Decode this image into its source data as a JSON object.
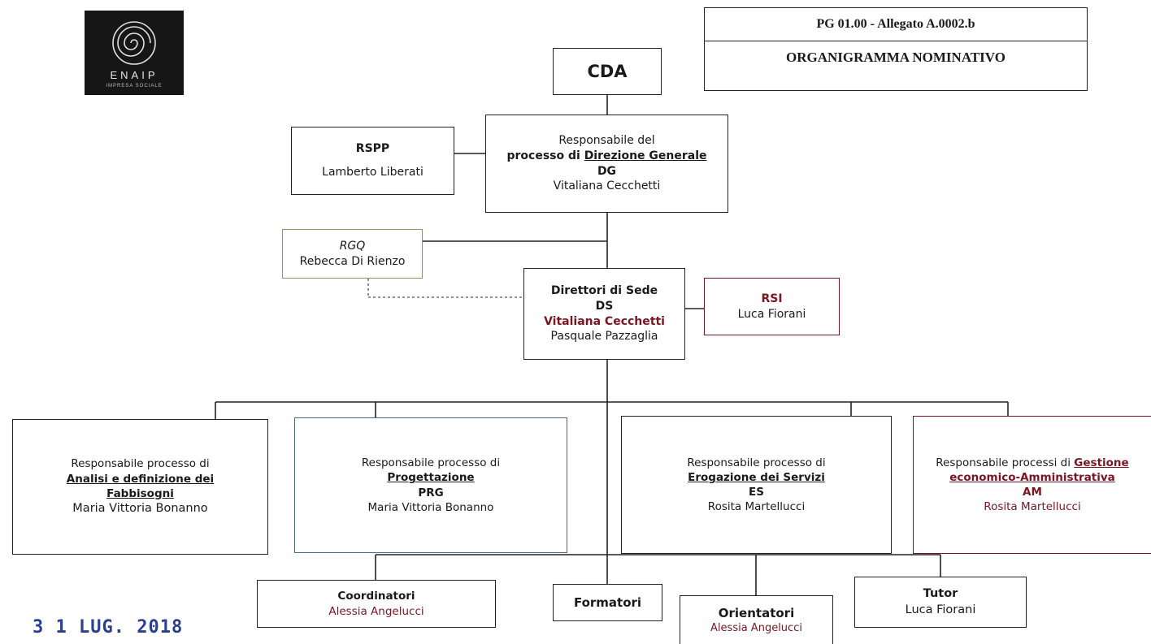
{
  "logo": {
    "brand": "ENAIP",
    "tagline": "IMPRESA SOCIALE"
  },
  "header": {
    "code": "PG 01.00 - Allegato A.0002.b",
    "title": "ORGANIGRAMMA NOMINATIVO"
  },
  "cda": {
    "label": "CDA"
  },
  "rspp": {
    "role": "RSPP",
    "name": "Lamberto Liberati"
  },
  "dg": {
    "line1": "Responsabile del",
    "line2_prefix": "processo di ",
    "line2_emph": "Direzione Generale",
    "code": "DG",
    "name": "Vitaliana Cecchetti"
  },
  "rgq": {
    "role": "RGQ",
    "name": "Rebecca Di Rienzo"
  },
  "ds": {
    "title": "Direttori di Sede",
    "code": "DS",
    "name1": "Vitaliana Cecchetti",
    "name2": "Pasquale Pazzaglia"
  },
  "rsi": {
    "role": "RSI",
    "name": "Luca Fiorani"
  },
  "processes": {
    "analisi": {
      "line1": "Responsabile processo di",
      "line2": "Analisi e definizione dei",
      "line3": "Fabbisogni",
      "name": "Maria Vittoria Bonanno"
    },
    "progettazione": {
      "line1": "Responsabile processo di",
      "line2": "Progettazione",
      "code": "PRG",
      "name": "Maria Vittoria Bonanno"
    },
    "erogazione": {
      "line1": "Responsabile processo di",
      "line2": "Erogazione dei Servizi",
      "code": "ES",
      "name": "Rosita Martellucci"
    },
    "gestione": {
      "line1_prefix": "Responsabile processi di ",
      "line1_emph": "Gestione",
      "line2": "economico-Amministrativa",
      "code": "AM",
      "name": "Rosita Martellucci"
    }
  },
  "staff": {
    "coordinatori": {
      "role": "Coordinatori",
      "name": "Alessia Angelucci"
    },
    "formatori": {
      "role": "Formatori"
    },
    "orientatori": {
      "role": "Orientatori",
      "name": "Alessia Angelucci"
    },
    "tutor": {
      "role": "Tutor",
      "name": "Luca Fiorani"
    }
  },
  "stamp": {
    "date": "3 1 LUG. 2018"
  },
  "colors": {
    "accent_red": "#7a1622",
    "line": "#222222",
    "stamp_blue": "#2a3f8f"
  }
}
